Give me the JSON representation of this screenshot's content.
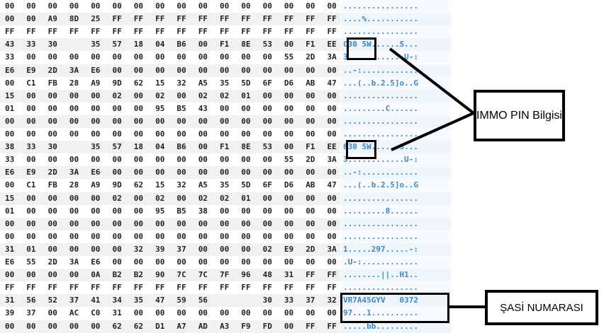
{
  "hex_rows": [
    [
      "00",
      "00",
      "00",
      "00",
      "00",
      "00",
      "00",
      "00",
      "00",
      "00",
      "00",
      "00",
      "00",
      "00",
      "00",
      "00"
    ],
    [
      "00",
      "00",
      "A9",
      "8D",
      "25",
      "FF",
      "FF",
      "FF",
      "FF",
      "FF",
      "FF",
      "FF",
      "FF",
      "FF",
      "FF",
      "FF"
    ],
    [
      "FF",
      "FF",
      "FF",
      "FF",
      "FF",
      "FF",
      "FF",
      "FF",
      "FF",
      "FF",
      "FF",
      "FF",
      "FF",
      "FF",
      "FF",
      "FF"
    ],
    [
      "43",
      "33",
      "30",
      "",
      "35",
      "57",
      "18",
      "04",
      "B6",
      "00",
      "F1",
      "8E",
      "53",
      "00",
      "F1",
      "EE"
    ],
    [
      "33",
      "00",
      "00",
      "00",
      "00",
      "00",
      "00",
      "00",
      "00",
      "00",
      "00",
      "00",
      "00",
      "55",
      "2D",
      "3A"
    ],
    [
      "E6",
      "E9",
      "2D",
      "3A",
      "E6",
      "00",
      "00",
      "00",
      "00",
      "00",
      "00",
      "00",
      "00",
      "00",
      "00",
      "00"
    ],
    [
      "00",
      "C1",
      "FB",
      "28",
      "A9",
      "9D",
      "62",
      "15",
      "32",
      "A5",
      "35",
      "5D",
      "6F",
      "D6",
      "AB",
      "47"
    ],
    [
      "15",
      "00",
      "00",
      "00",
      "00",
      "02",
      "00",
      "02",
      "00",
      "02",
      "02",
      "01",
      "00",
      "00",
      "00",
      "00"
    ],
    [
      "01",
      "00",
      "00",
      "00",
      "00",
      "00",
      "00",
      "95",
      "B5",
      "43",
      "00",
      "00",
      "00",
      "00",
      "00",
      "00"
    ],
    [
      "00",
      "00",
      "00",
      "00",
      "00",
      "00",
      "00",
      "00",
      "00",
      "00",
      "00",
      "00",
      "00",
      "00",
      "00",
      "00"
    ],
    [
      "00",
      "00",
      "00",
      "00",
      "00",
      "00",
      "00",
      "00",
      "00",
      "00",
      "00",
      "00",
      "00",
      "00",
      "00",
      "00"
    ],
    [
      "38",
      "33",
      "30",
      "",
      "35",
      "57",
      "18",
      "04",
      "B6",
      "00",
      "F1",
      "8E",
      "53",
      "00",
      "F1",
      "EE"
    ],
    [
      "33",
      "00",
      "00",
      "00",
      "00",
      "00",
      "00",
      "00",
      "00",
      "00",
      "00",
      "00",
      "00",
      "55",
      "2D",
      "3A"
    ],
    [
      "E6",
      "E9",
      "2D",
      "3A",
      "E6",
      "00",
      "00",
      "00",
      "00",
      "00",
      "00",
      "00",
      "00",
      "00",
      "00",
      "00"
    ],
    [
      "00",
      "C1",
      "FB",
      "28",
      "A9",
      "9D",
      "62",
      "15",
      "32",
      "A5",
      "35",
      "5D",
      "6F",
      "D6",
      "AB",
      "47"
    ],
    [
      "15",
      "00",
      "00",
      "00",
      "00",
      "02",
      "00",
      "02",
      "00",
      "02",
      "02",
      "01",
      "00",
      "00",
      "00",
      "00"
    ],
    [
      "01",
      "00",
      "00",
      "00",
      "00",
      "00",
      "00",
      "95",
      "B5",
      "38",
      "00",
      "00",
      "00",
      "00",
      "00",
      "00"
    ],
    [
      "00",
      "00",
      "00",
      "00",
      "00",
      "00",
      "00",
      "00",
      "00",
      "00",
      "00",
      "00",
      "00",
      "00",
      "00",
      "00"
    ],
    [
      "00",
      "00",
      "00",
      "00",
      "00",
      "00",
      "00",
      "00",
      "00",
      "00",
      "00",
      "00",
      "00",
      "00",
      "00",
      "00"
    ],
    [
      "31",
      "01",
      "00",
      "00",
      "00",
      "00",
      "32",
      "39",
      "37",
      "00",
      "00",
      "00",
      "02",
      "E9",
      "2D",
      "3A"
    ],
    [
      "E6",
      "55",
      "2D",
      "3A",
      "E6",
      "00",
      "00",
      "00",
      "00",
      "00",
      "00",
      "00",
      "00",
      "00",
      "00",
      "00"
    ],
    [
      "00",
      "00",
      "00",
      "00",
      "0A",
      "B2",
      "B2",
      "90",
      "7C",
      "7C",
      "7F",
      "96",
      "48",
      "31",
      "FF",
      "FF"
    ],
    [
      "FF",
      "FF",
      "FF",
      "FF",
      "FF",
      "FF",
      "FF",
      "FF",
      "FF",
      "FF",
      "FF",
      "FF",
      "FF",
      "FF",
      "FF",
      "FF"
    ],
    [
      "31",
      "56",
      "52",
      "37",
      "41",
      "34",
      "35",
      "47",
      "59",
      "56",
      "",
      "",
      "30",
      "33",
      "37",
      "32"
    ],
    [
      "39",
      "37",
      "00",
      "AC",
      "C0",
      "31",
      "00",
      "00",
      "00",
      "00",
      "00",
      "00",
      "00",
      "00",
      "00",
      "00"
    ],
    [
      "00",
      "00",
      "00",
      "00",
      "00",
      "62",
      "62",
      "D1",
      "A7",
      "AD",
      "A3",
      "F9",
      "FD",
      "00",
      "FF",
      "FF"
    ]
  ],
  "ascii_rows": [
    "................",
    "....%...........",
    "................",
    "C30 5W......S...",
    "3............U-:",
    "..-:............",
    "...(..b.2.5]o..G",
    "................",
    ".........C......",
    "................",
    "................",
    "830 5W......S...",
    "3............U-:",
    "..-:............",
    "...(..b.2.5]o..G",
    "................",
    ".........8......",
    "................",
    "................",
    "1.....297.....-:",
    ".U-:............",
    "........||..H1..",
    "................",
    "VR7A45GYV   0372",
    "97...1..........",
    ".....bb........."
  ],
  "callouts": {
    "immo_pin": "IMMO PIN Bilgisi",
    "sasi_numarasi": "ŞASİ NUMARASI"
  }
}
